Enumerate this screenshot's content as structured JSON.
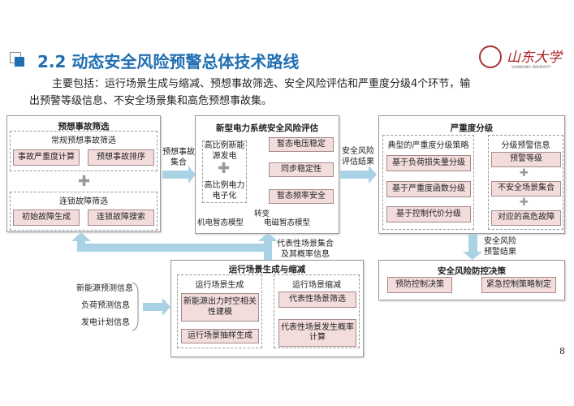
{
  "header": {
    "title": "2.2 动态安全风险预警总体技术路线",
    "logo_text": "山东大学",
    "logo_sub": "SHANDONG UNIVERSITY",
    "intro_line1": "主要包括：运行场景生成与缩减、预想事故筛选、安全风险评估和严重度分级4个环节，输",
    "intro_line2": "出预警等级信息、不安全场景集和高危预想事故集。"
  },
  "contingency": {
    "title": "预想事故筛选",
    "regular": {
      "title": "常规预想事故筛选",
      "items": [
        "事故严重度计算",
        "预想事故排序"
      ]
    },
    "cascade": {
      "title": "连锁故障筛选",
      "items": [
        "初始故障生成",
        "连锁故障搜索"
      ]
    }
  },
  "arrow1_label": "预想事故集合",
  "assessment": {
    "title": "新型电力系统安全风险评估",
    "left_top": "高比例新能源发电",
    "left_bottom": "高比例电力电子化",
    "items": [
      "暂态电压稳定",
      "同步稳定性",
      "暂态频率安全"
    ],
    "model_from": "机电暂态模型",
    "model_change": "转变",
    "model_to": "电磁暂态模型"
  },
  "arrow2_label": "安全风险评估结果",
  "severity": {
    "title": "严重度分级",
    "strategy_title": "典型的严重度分级策略",
    "strategies": [
      "基于负荷损失量分级",
      "基于严重度函数分级",
      "基于控制代价分级"
    ],
    "info_title": "分级预警信息",
    "info": [
      "预警等级",
      "不安全场景集合",
      "对应的高危故障"
    ]
  },
  "arrow3_label": "安全风险预警结果",
  "decision": {
    "title": "安全风险防控决策",
    "items": [
      "预防控制决策",
      "紧急控制策略制定"
    ]
  },
  "feedback_label": "代表性场景集合及其概率信息",
  "scenario": {
    "title": "运行场景生成与缩减",
    "gen_title": "运行场景生成",
    "gen_items": [
      "新能源出力时空相关性建模",
      "运行场景抽样生成"
    ],
    "red_title": "运行场景缩减",
    "red_items": [
      "代表性场景筛选",
      "代表性场景发生概率计算"
    ]
  },
  "inputs": [
    "新能源预测信息",
    "负荷预测信息",
    "发电计划信息"
  ],
  "page_number": "8",
  "colors": {
    "title": "#1f6fb2",
    "arrow": "#a9d3e4",
    "pink": "#f3dcdc"
  }
}
